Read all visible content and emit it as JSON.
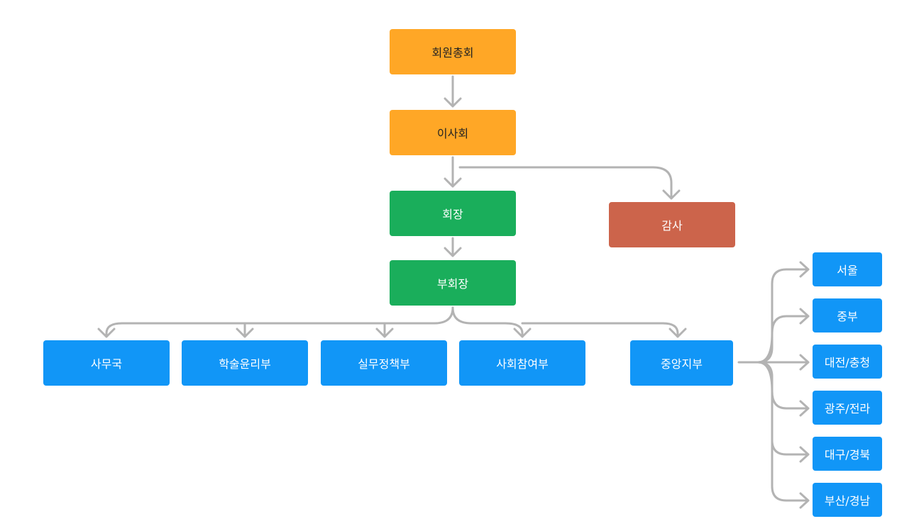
{
  "colors": {
    "governance": "#FFA726",
    "executive": "#1AAE5B",
    "audit": "#CC644B",
    "department": "#1196F7",
    "connector": "#B3B3B3"
  },
  "nodes": {
    "general_assembly": "회원총회",
    "board": "이사회",
    "president": "회장",
    "auditor": "감사",
    "vice_president": "부회장",
    "departments": [
      "사무국",
      "학술윤리부",
      "실무정책부",
      "사회참여부"
    ],
    "central_branch": "중앙지부",
    "branches": [
      "서울",
      "중부",
      "대전/충청",
      "광주/전라",
      "대구/경북",
      "부산/경남"
    ]
  }
}
